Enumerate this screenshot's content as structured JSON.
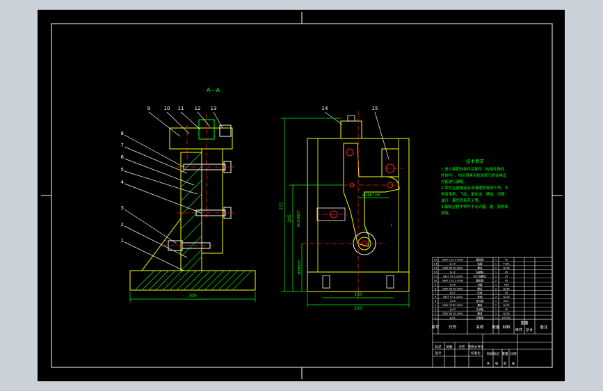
{
  "section_label": "A—A",
  "left_view": {
    "callouts_left": [
      "8",
      "7",
      "6",
      "5",
      "4",
      "3",
      "2",
      "1"
    ],
    "callouts_top": [
      "9",
      "10",
      "11",
      "12",
      "13"
    ],
    "dim_bottom": "300"
  },
  "right_view": {
    "callouts_top": [
      "14",
      "15"
    ],
    "dim_height": "217",
    "dim_mid": "205",
    "dim_bottom": "150",
    "dim_width": "220",
    "dim_inner": "Ø16H7/h6",
    "dim_vert_a": "Ø16H8/f7",
    "dim_vert_b": "Ø8H8/f7",
    "label_small": "Ⅰ",
    "label_small2": "Ⅱ"
  },
  "tech_requirements": {
    "title": "技术要求",
    "lines": [
      "1.进入装配的零件及部件（包括外购件、",
      "外协件），均必须具有检验部门的合格证",
      "方能进行装配。",
      "2.零件在装配前必须清理和清洗干净，不",
      "得有毛刺、飞边、氧化皮、锈蚀、切屑、",
      "油污、着色剂和灰尘等。",
      "3.装配过程中零件不允许磕、碰、划伤和",
      "锈蚀。"
    ]
  },
  "bom": {
    "rows": [
      [
        "15",
        "GB/T 119.1-2000",
        "圆柱销",
        "1",
        "45"
      ],
      [
        "14",
        "JJ-14",
        "钻套",
        "1",
        "T10A"
      ],
      [
        "13",
        "GB/T 6170-2000",
        "螺母",
        "2",
        "Q235"
      ],
      [
        "12",
        "JJ-12",
        "钻模板",
        "1",
        "45"
      ],
      [
        "11",
        "GB/T 70.1-2000",
        "内六角螺钉",
        "2",
        "35"
      ],
      [
        "10",
        "GB/T 119.1-2000",
        "圆柱销",
        "2",
        "45"
      ],
      [
        "9",
        "JJ-09",
        "衬套",
        "1",
        "T8A"
      ],
      [
        "8",
        "GB/T 6170-2000",
        "螺母",
        "2",
        "Q235"
      ],
      [
        "7",
        "JJ-07",
        "压板",
        "1",
        "45"
      ],
      [
        "6",
        "GB/T 97.1-2002",
        "垫圈",
        "2",
        "Q235"
      ],
      [
        "5",
        "JJ-05",
        "定位销",
        "1",
        "20Cr"
      ],
      [
        "4",
        "GB/T 5782-2000",
        "螺栓",
        "2",
        "Q235"
      ],
      [
        "3",
        "JJ-03",
        "支承板",
        "1",
        "45"
      ],
      [
        "2",
        "GB/T 6170-2000",
        "螺母",
        "1",
        "Q235"
      ],
      [
        "1",
        "JJ-01",
        "夹具体",
        "1",
        "HT200"
      ]
    ],
    "header": [
      "序号",
      "代号",
      "名称",
      "数量",
      "材料",
      "单件",
      "总计",
      "备注"
    ],
    "weight_header": "重量"
  },
  "title_block": {
    "labels_row1": [
      "标记",
      "处数",
      "分区",
      "更改文件号",
      "签名",
      "年月日"
    ],
    "labels_row2": [
      "设计",
      "",
      "",
      "标准化",
      "",
      ""
    ],
    "stage_labels": [
      "阶段标记",
      "重量",
      "比例"
    ],
    "bottom_labels": [
      "共",
      "张",
      "第",
      "张"
    ]
  },
  "colors": {
    "background": "#000000",
    "frame": "#ffffff",
    "part": "#ffff00",
    "dimension": "#00ff00",
    "center": "#ff2020",
    "leader": "#ffffff",
    "hatch": "#00ff00",
    "label": "#00ff00",
    "tech_text": "#00ff00",
    "table": "#ffffff"
  }
}
